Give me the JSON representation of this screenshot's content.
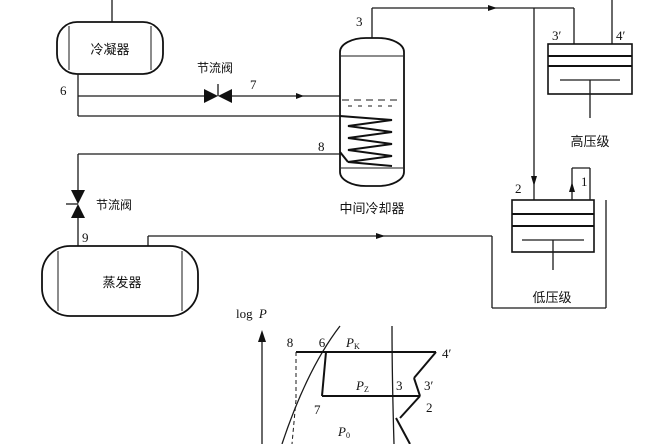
{
  "equipment": {
    "condenser": "冷凝器",
    "throttle_upper": "节流阀",
    "throttle_lower": "节流阀",
    "intercooler": "中间冷却器",
    "high_stage": "高压级",
    "low_stage": "低压级",
    "evaporator": "蒸发器"
  },
  "points": {
    "p1": "1",
    "p2": "2",
    "p3": "3",
    "p3p": "3′",
    "p4p": "4′",
    "p6": "6",
    "p7": "7",
    "p8": "8",
    "p9": "9"
  },
  "chart": {
    "ylabel": "log P",
    "ylabel_log": "log",
    "ylabel_var": "P",
    "pk": "P",
    "pk_sub": "K",
    "pz": "P",
    "pz_sub": "Z",
    "p0": "P",
    "p0_sub": "0",
    "c8": "8",
    "c6": "6",
    "c4p": "4′",
    "c3": "3",
    "c3p": "3′",
    "c7": "7",
    "c2": "2"
  },
  "colors": {
    "ink": "#111111"
  }
}
